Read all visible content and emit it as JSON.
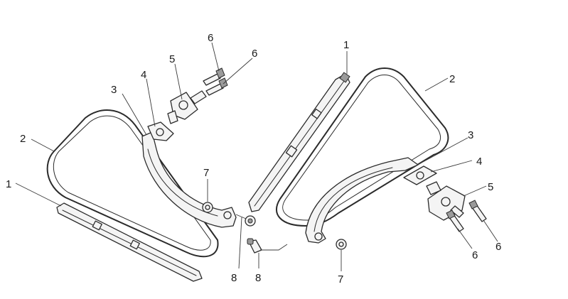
{
  "callouts": {
    "left": {
      "1": "1",
      "2": "2",
      "3": "3",
      "4": "4",
      "5": "5",
      "6a": "6",
      "6b": "6",
      "7": "7",
      "8a": "8",
      "8b": "8"
    },
    "right": {
      "1": "1",
      "2": "2",
      "3": "3",
      "4": "4",
      "5": "5",
      "6a": "6",
      "6b": "6",
      "7": "7"
    }
  }
}
